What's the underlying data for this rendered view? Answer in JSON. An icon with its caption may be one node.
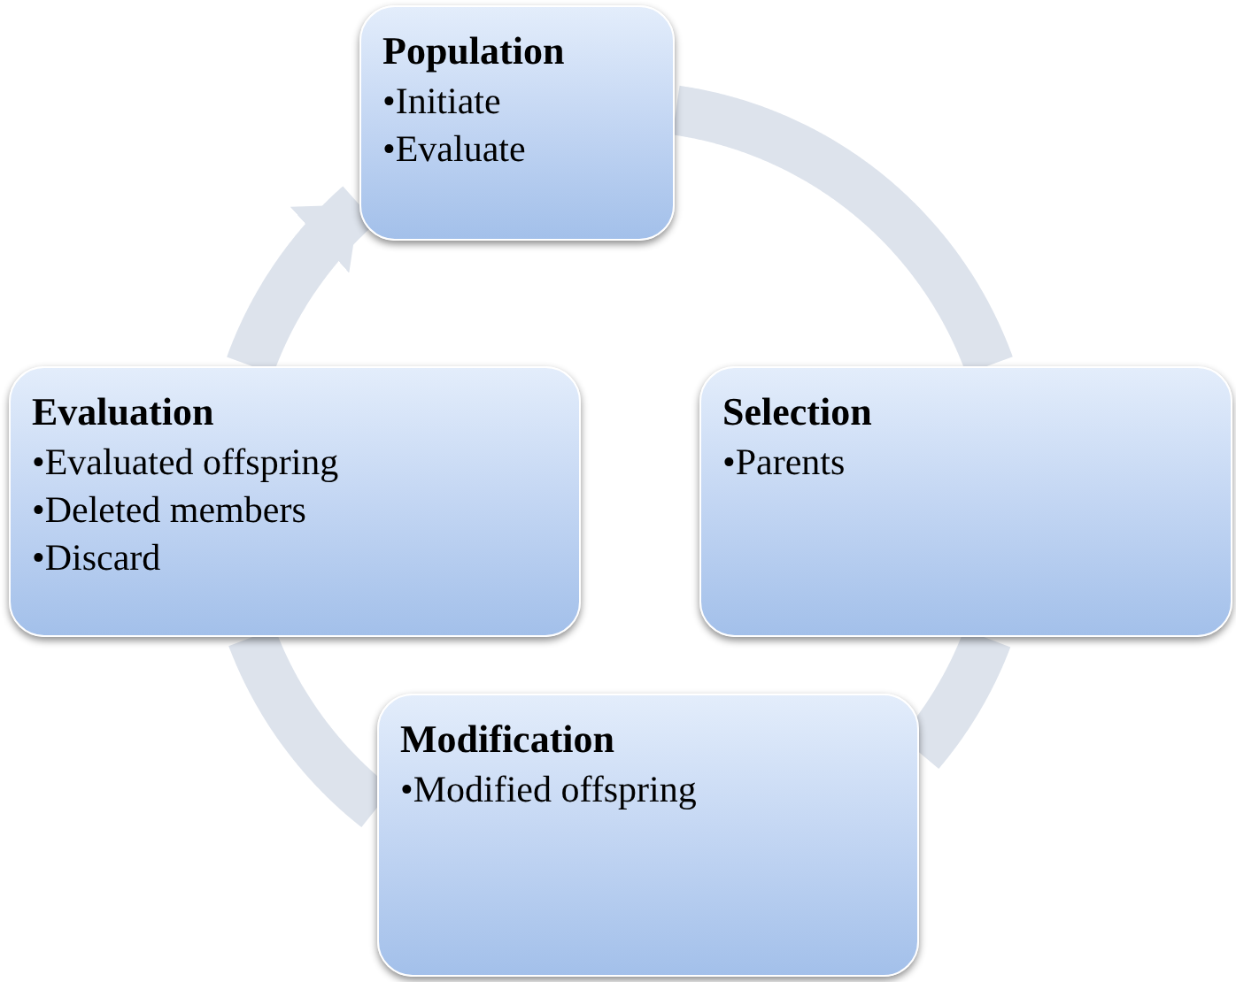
{
  "diagram": {
    "nodes": [
      {
        "text": [
          "Population",
          "•Initiate",
          "•Evaluate"
        ]
      },
      {
        "text": [
          "Selection",
          "•Parents"
        ]
      },
      {
        "text": [
          "Modification",
          "•Modified offspring"
        ]
      },
      {
        "text": [
          "Evaluation",
          "•Evaluated offspring",
          "•Deleted members",
          "•Discard"
        ]
      }
    ],
    "edges": [
      {
        "from": 0,
        "to": 1,
        "arrow": "none"
      },
      {
        "from": 1,
        "to": 2,
        "arrow": "none"
      },
      {
        "from": 2,
        "to": 3,
        "arrow": "none"
      },
      {
        "from": 3,
        "to": 0,
        "arrow": "to"
      }
    ]
  }
}
